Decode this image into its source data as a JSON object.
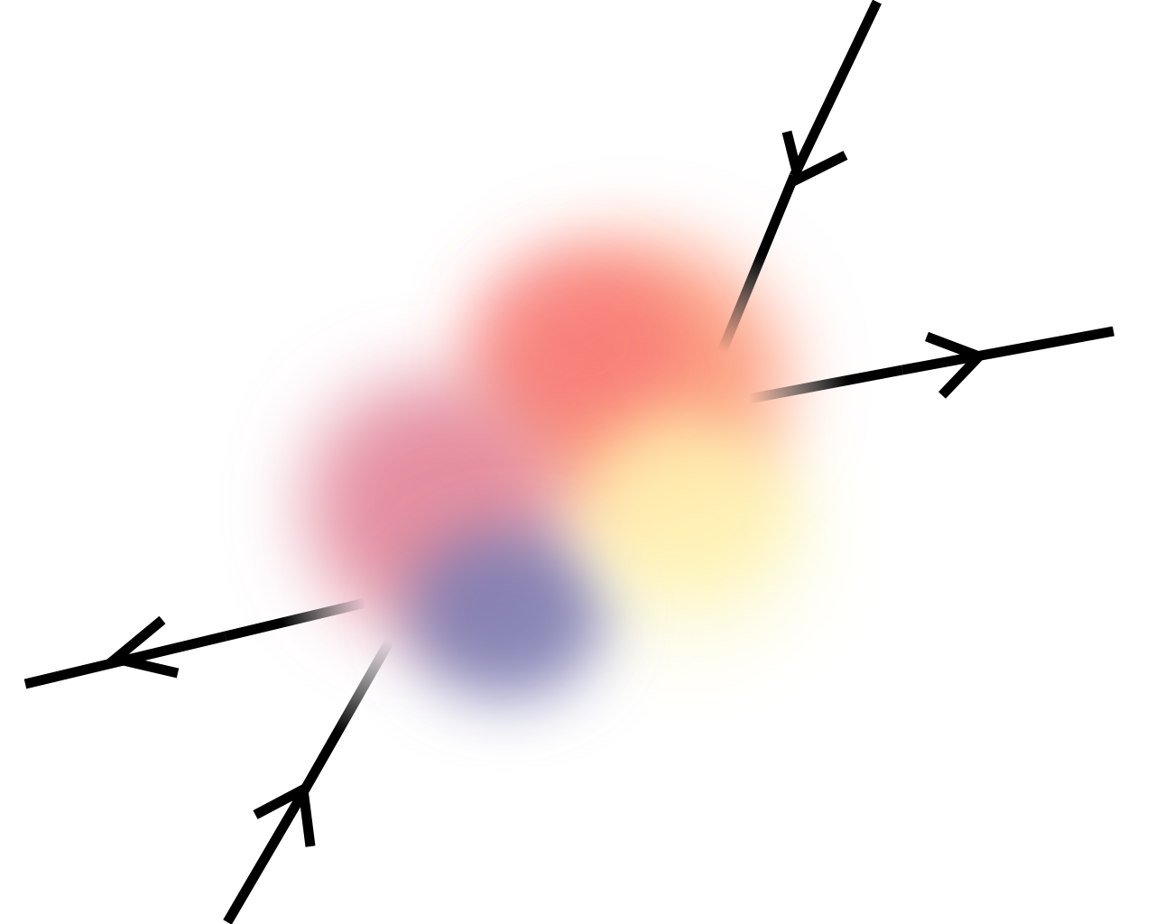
{
  "diagram": {
    "background": "#ffffff",
    "line_color": "#000000",
    "blob": {
      "colors": {
        "red": "#f35d72",
        "orange": "#fc8e6b",
        "pink": "#e07d90",
        "violet": "#7d7bb0",
        "yellow": "#fff2b0",
        "cream": "#fdfbe0"
      }
    },
    "lines": [
      {
        "name": "incoming-top-right",
        "direction": "incoming"
      },
      {
        "name": "outgoing-right",
        "direction": "outgoing"
      },
      {
        "name": "outgoing-left",
        "direction": "outgoing"
      },
      {
        "name": "incoming-bottom-left",
        "direction": "incoming"
      }
    ]
  }
}
